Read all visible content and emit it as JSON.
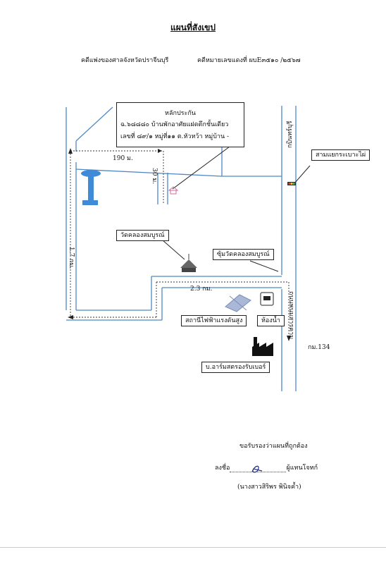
{
  "header": {
    "title": "แผนที่สังเขป",
    "court": "คดีแพ่งของศาลจังหวัดปราจีนบุรี",
    "case_no": "คดีหมายเลขแดงที่  ผบE๓๕๑๐ /๒๕๖๗"
  },
  "map": {
    "collateral": {
      "title": "หลักประกัน",
      "line1": "ฉ.๖๘๘๘๐  บ้านพักอาศัยแฝดตึกชั้นเดียว",
      "line2": "เลขที่ ๘๙/๑ หมู่ที่๑๑ ต.หัวหว้า หมู่บ้าน  -"
    },
    "distances": {
      "top": "190 ม.",
      "short": "30 ม.",
      "left": "1.7 กม.",
      "mid": "2.3 กม."
    },
    "labels": {
      "temple": "วัดคลองสมบูรณ์",
      "arch": "ซุ้มวัดคลองสมบูรณ์",
      "substation": "สถานีไฟฟ้าแรงดันสูง",
      "toilet": "ห้องน้ำ",
      "factory": "บ.อาร์มสตรองรับเบอร์",
      "rail_crossing": "สามแยกระเบาะไผ่",
      "to_prachin": "กบินทร์บุรี",
      "road_name": "ถนนพนมสารคาม",
      "km": "กม.134"
    },
    "icons": [
      "water-tower-icon",
      "house-icon",
      "temple-icon",
      "substation-icon",
      "toilet-icon",
      "factory-icon",
      "traffic-light-icon"
    ]
  },
  "footer": {
    "certify": "ขอรับรองว่าแผนที่ถูกต้อง",
    "sign_prefix": "ลงชื่อ",
    "sign_suffix": "ผู้แทนโจทก์",
    "name": "(นางสาวสิริพร  พินิจค้ำ)"
  },
  "colors": {
    "road": "#4d89c8",
    "box": "#222222",
    "water": "#3f8bd8"
  }
}
